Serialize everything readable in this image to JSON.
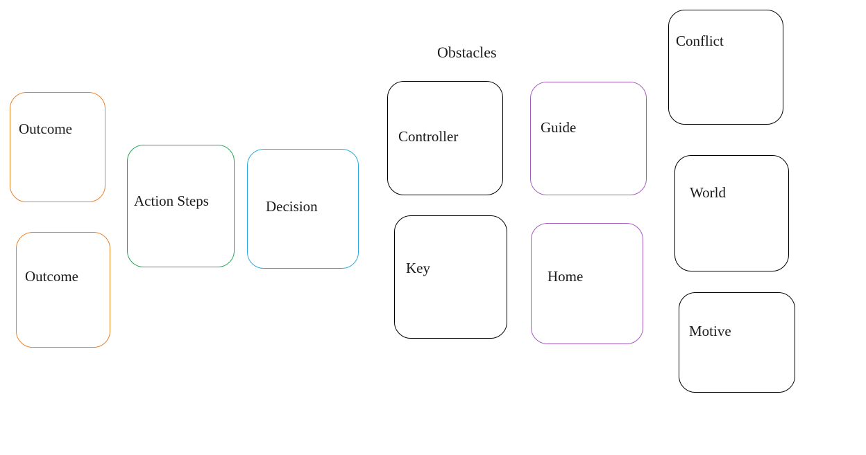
{
  "page": {
    "obstacles_label": "Obstacles"
  },
  "colors": {
    "orange": "#e8832d",
    "green": "#2ca05a",
    "blue": "#2ba9e0",
    "purple": "#a55cbe",
    "black": "#000000",
    "text": "#1a1a1a",
    "background": "#ffffff"
  },
  "cards": [
    {
      "id": "outcome-1",
      "label": "Outcome",
      "border_color_name": "orange"
    },
    {
      "id": "outcome-2",
      "label": "Outcome",
      "border_color_name": "orange"
    },
    {
      "id": "action-steps",
      "label": "Action Steps",
      "border_color_name": "green"
    },
    {
      "id": "decision",
      "label": "Decision",
      "border_color_name": "blue"
    },
    {
      "id": "controller",
      "label": "Controller",
      "border_color_name": "black"
    },
    {
      "id": "guide",
      "label": "Guide",
      "border_color_name": "purple"
    },
    {
      "id": "key",
      "label": "Key",
      "border_color_name": "black"
    },
    {
      "id": "home",
      "label": "Home",
      "border_color_name": "purple"
    },
    {
      "id": "conflict",
      "label": "Conflict",
      "border_color_name": "black"
    },
    {
      "id": "world",
      "label": "World",
      "border_color_name": "black"
    },
    {
      "id": "motive",
      "label": "Motive",
      "border_color_name": "black"
    }
  ]
}
